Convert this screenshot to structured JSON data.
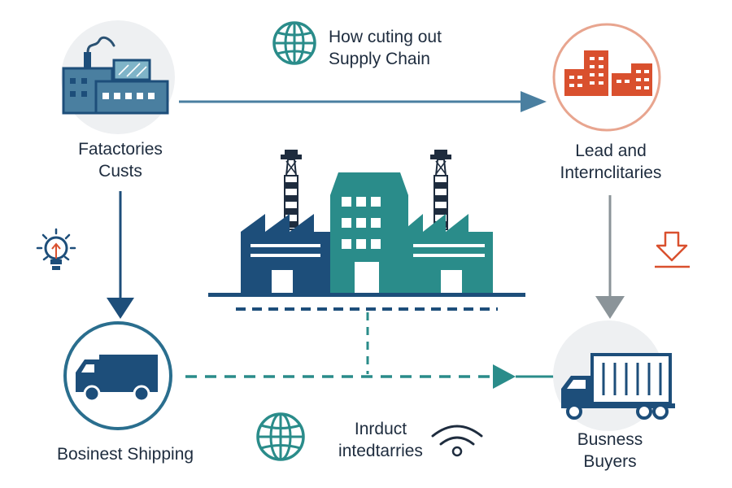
{
  "colors": {
    "navy": "#1d4e7a",
    "teal": "#2a8c8a",
    "slate": "#4a7fa0",
    "orange_red": "#d9502e",
    "circle_fill": "#eef0f2",
    "orange_ring": "#e8a58f",
    "gray_arrow": "#8b9499",
    "text": "#1e2c3e"
  },
  "labels": {
    "title": [
      "How cuting out",
      "Supply Chain"
    ],
    "factories": [
      "Fatactories",
      "Custs"
    ],
    "lead": [
      "Lead and",
      "Internclitaries"
    ],
    "shipping": [
      "Bosinest Shipping"
    ],
    "product": [
      "Inrduct",
      "intedtarries"
    ],
    "buyers": [
      "Busness",
      "Buyers"
    ]
  },
  "icons": {
    "title_icon": "globe-icon",
    "factories_icon": "factory-icon",
    "lead_icon": "buildings-icon",
    "center_icon": "industrial-plant-icon",
    "lightbulb_icon": "lightbulb-icon",
    "shipping_icon": "truck-icon",
    "product_icon": "globe-icon",
    "signal_icon": "wifi-signal-icon",
    "buyers_icon": "container-truck-icon",
    "download_icon": "download-arrow-icon"
  }
}
